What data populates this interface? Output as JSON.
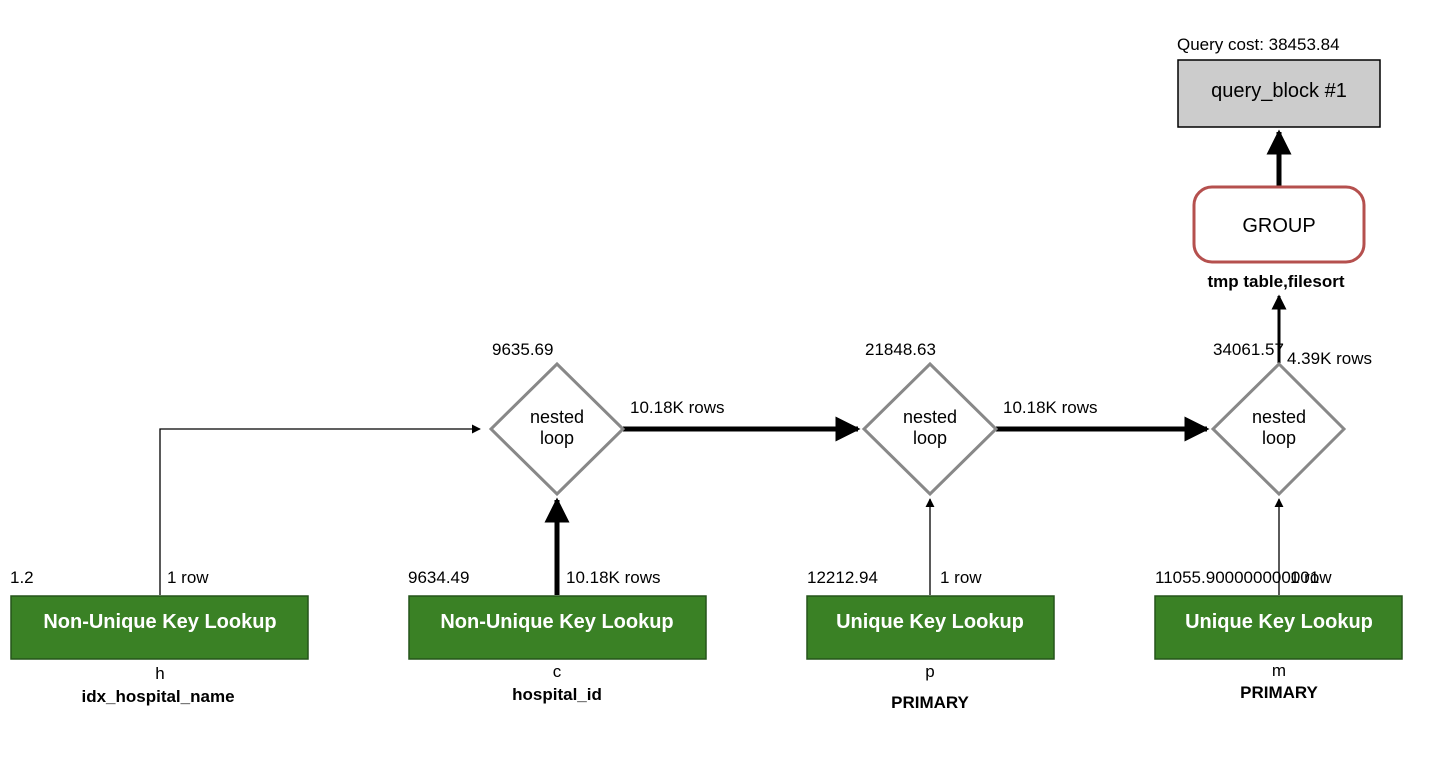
{
  "query_cost_label": "Query cost: 38453.84",
  "query_block": {
    "label": "query_block #1",
    "fill": "#cccccc"
  },
  "group": {
    "label": "GROUP",
    "note": "tmp table,filesort",
    "border": "#b5504e"
  },
  "colors": {
    "lookup_fill": "#3a8125",
    "lookup_border": "#24541a",
    "diamond_stroke": "#888888"
  },
  "nested_loops": [
    {
      "label_line1": "nested",
      "label_line2": "loop",
      "cost": "9635.69",
      "out_rows": "10.18K rows"
    },
    {
      "label_line1": "nested",
      "label_line2": "loop",
      "cost": "21848.63",
      "out_rows": "10.18K rows"
    },
    {
      "label_line1": "nested",
      "label_line2": "loop",
      "cost": "34061.57",
      "out_rows": "4.39K rows"
    }
  ],
  "lookups": [
    {
      "label": "Non-Unique Key Lookup",
      "cost": "1.2",
      "rows": "1 row",
      "table": "h",
      "key": "idx_hospital_name"
    },
    {
      "label": "Non-Unique Key Lookup",
      "cost": "9634.49",
      "rows": "10.18K rows",
      "table": "c",
      "key": "hospital_id"
    },
    {
      "label": "Unique Key Lookup",
      "cost": "12212.94",
      "rows": "1 row",
      "table": "p",
      "key": "PRIMARY"
    },
    {
      "label": "Unique Key Lookup",
      "cost": "11055.900000000001",
      "rows": "1 row",
      "table": "m",
      "key": "PRIMARY"
    }
  ]
}
